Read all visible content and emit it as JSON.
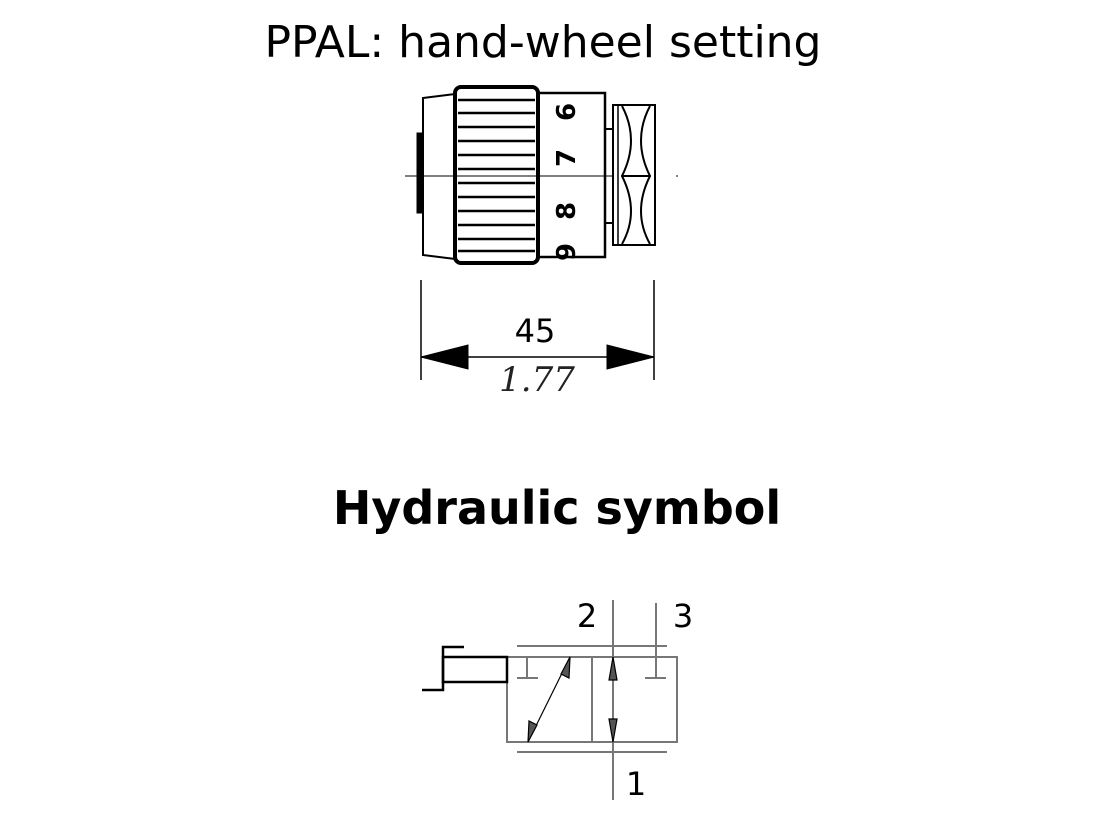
{
  "title": "PPAL: hand-wheel setting",
  "dimension": {
    "mm": "45",
    "inch": "1.77"
  },
  "scale_numbers": [
    "6",
    "7",
    "8",
    "9"
  ],
  "section_title": "Hydraulic symbol",
  "ports": {
    "p2": "2",
    "p3": "3",
    "p1": "1"
  }
}
